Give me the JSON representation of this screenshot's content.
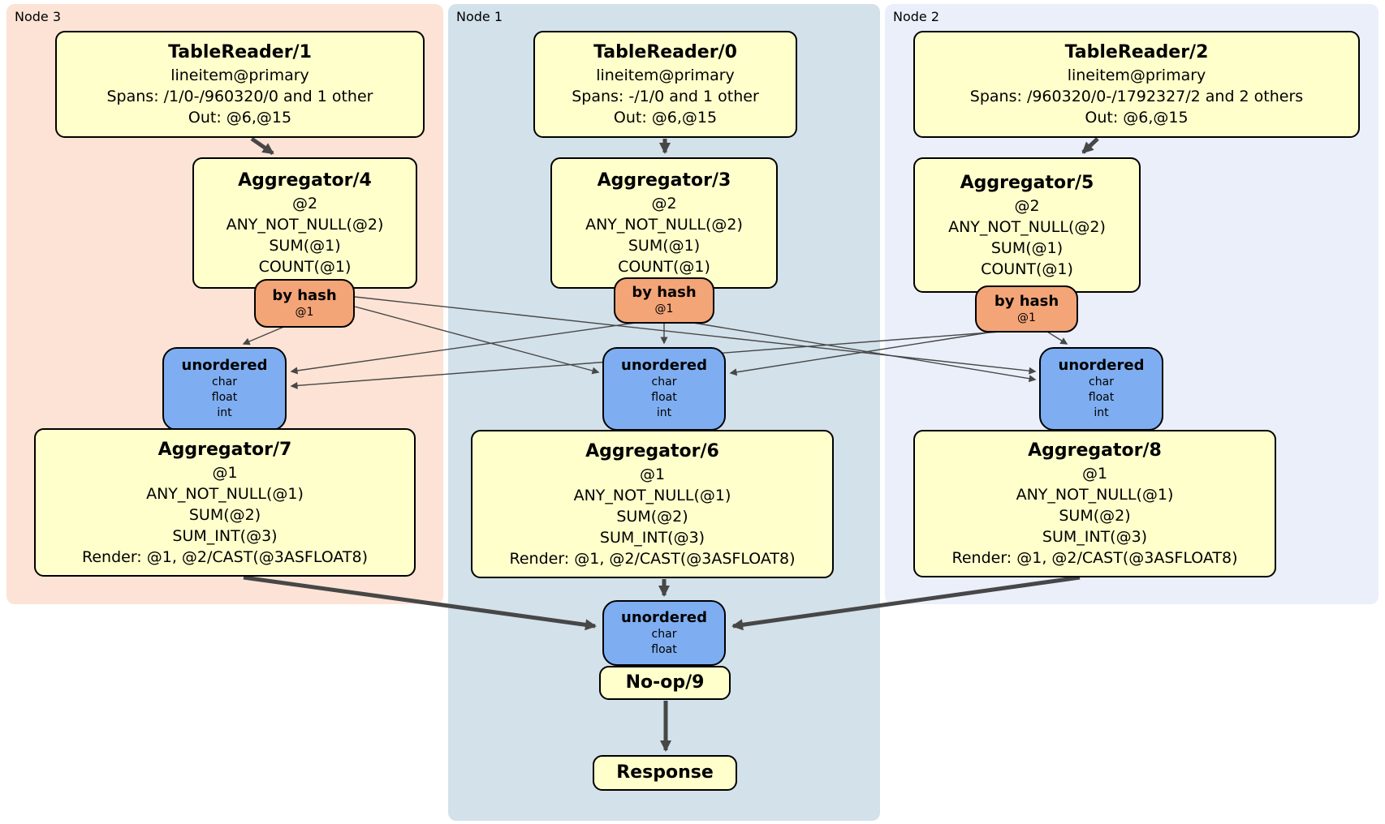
{
  "colors": {
    "panel_node3": "#fce3d5",
    "panel_node1": "#d2e1ea",
    "panel_node2": "#eaeffa",
    "processor_fill": "#ffffcc",
    "router_fill": "#f3a578",
    "sync_fill": "#7eaef1",
    "edge": "#474747"
  },
  "panels": {
    "node3": {
      "label": "Node 3"
    },
    "node1": {
      "label": "Node 1"
    },
    "node2": {
      "label": "Node 2"
    }
  },
  "boxes": {
    "tr1": {
      "title": "TableReader/1",
      "rows": [
        "lineitem@primary",
        "Spans: /1/0-/960320/0 and 1 other",
        "Out: @6,@15"
      ]
    },
    "tr0": {
      "title": "TableReader/0",
      "rows": [
        "lineitem@primary",
        "Spans: -/1/0 and 1 other",
        "Out: @6,@15"
      ]
    },
    "tr2": {
      "title": "TableReader/2",
      "rows": [
        "lineitem@primary",
        "Spans: /960320/0-/1792327/2 and 2 others",
        "Out: @6,@15"
      ]
    },
    "agg4": {
      "title": "Aggregator/4",
      "rows": [
        "@2",
        "ANY_NOT_NULL(@2)",
        "SUM(@1)",
        "COUNT(@1)"
      ]
    },
    "agg3": {
      "title": "Aggregator/3",
      "rows": [
        "@2",
        "ANY_NOT_NULL(@2)",
        "SUM(@1)",
        "COUNT(@1)"
      ]
    },
    "agg5": {
      "title": "Aggregator/5",
      "rows": [
        "@2",
        "ANY_NOT_NULL(@2)",
        "SUM(@1)",
        "COUNT(@1)"
      ]
    },
    "agg7": {
      "title": "Aggregator/7",
      "rows": [
        "@1",
        "ANY_NOT_NULL(@1)",
        "SUM(@2)",
        "SUM_INT(@3)",
        "Render: @1, @2/CAST(@3ASFLOAT8)"
      ]
    },
    "agg6": {
      "title": "Aggregator/6",
      "rows": [
        "@1",
        "ANY_NOT_NULL(@1)",
        "SUM(@2)",
        "SUM_INT(@3)",
        "Render: @1, @2/CAST(@3ASFLOAT8)"
      ]
    },
    "agg8": {
      "title": "Aggregator/8",
      "rows": [
        "@1",
        "ANY_NOT_NULL(@1)",
        "SUM(@2)",
        "SUM_INT(@3)",
        "Render: @1, @2/CAST(@3ASFLOAT8)"
      ]
    },
    "noop": {
      "title": "No-op/9"
    },
    "response": {
      "title": "Response"
    }
  },
  "routers": {
    "r3": {
      "title": "by hash",
      "detail": "@1"
    },
    "r1": {
      "title": "by hash",
      "detail": "@1"
    },
    "r2": {
      "title": "by hash",
      "detail": "@1"
    }
  },
  "syncs": {
    "s3": {
      "title": "unordered",
      "items": [
        "char",
        "float",
        "int"
      ]
    },
    "s1": {
      "title": "unordered",
      "items": [
        "char",
        "float",
        "int"
      ]
    },
    "s2": {
      "title": "unordered",
      "items": [
        "char",
        "float",
        "int"
      ]
    },
    "final": {
      "title": "unordered",
      "items": [
        "char",
        "float"
      ]
    }
  }
}
